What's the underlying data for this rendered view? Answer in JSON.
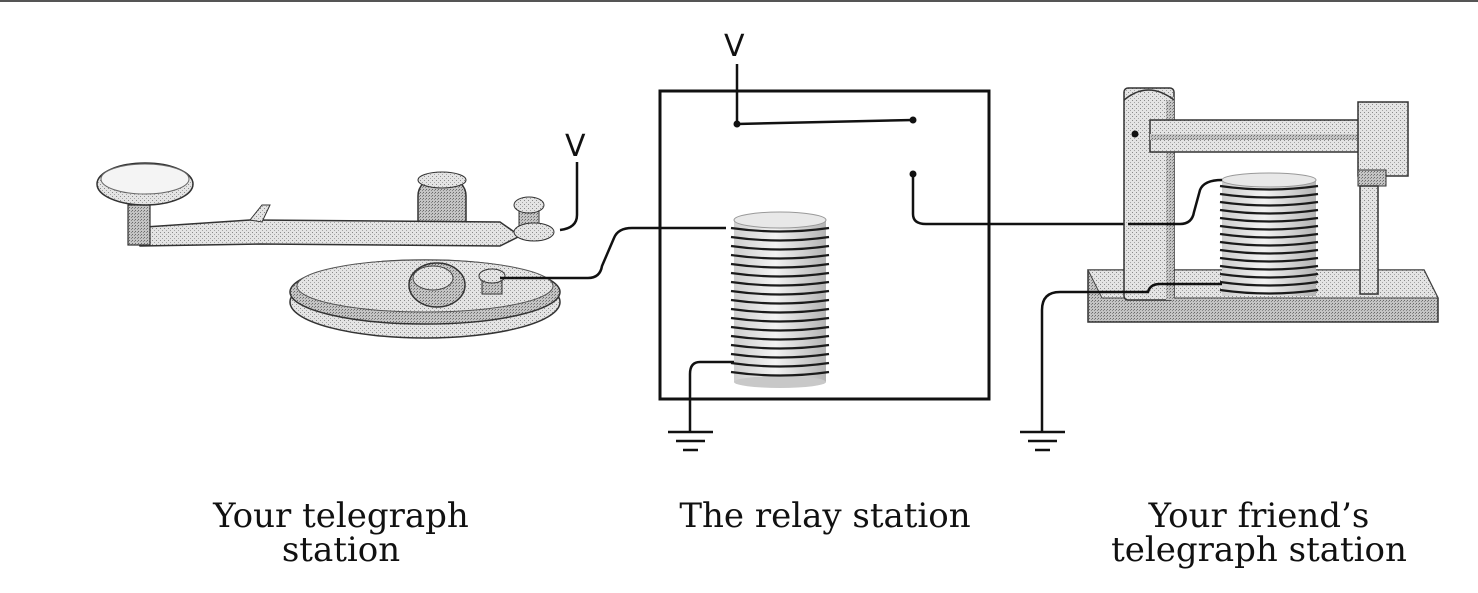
{
  "voltage_label": "V",
  "captions": {
    "your_station": [
      "Your telegraph",
      "station"
    ],
    "relay_station": [
      "The relay station"
    ],
    "friend_station": [
      "Your friend’s",
      "telegraph station"
    ]
  },
  "colors": {
    "line": "#111111",
    "metal_light": "#e2e2e2",
    "metal_mid": "#b8b8b8",
    "background": "#ffffff"
  }
}
